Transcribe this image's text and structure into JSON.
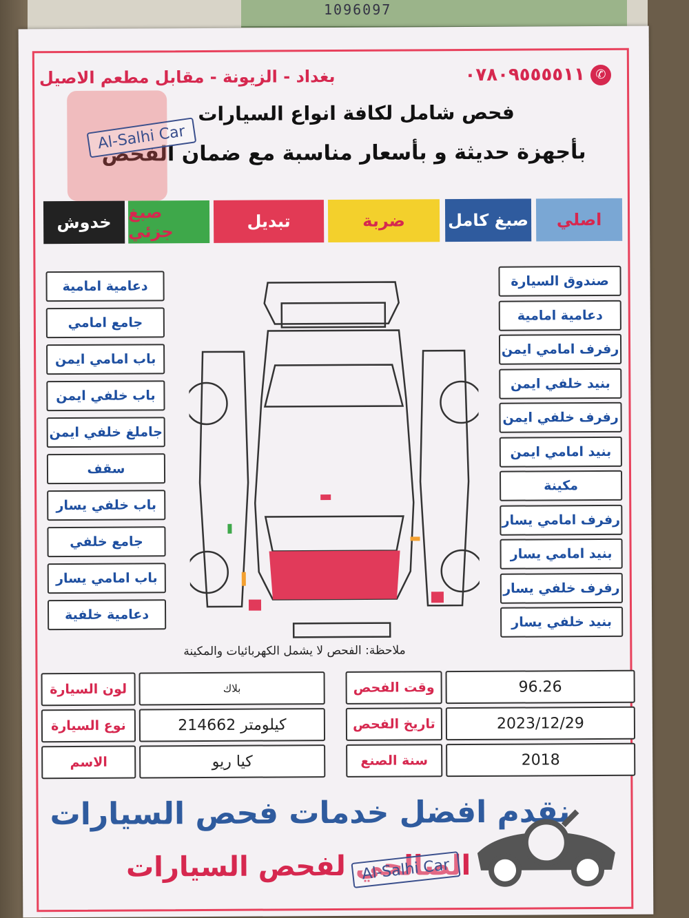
{
  "top_slip": {
    "number": "1096097"
  },
  "header": {
    "phone": "٠٧٨٠٩٥٥٥٥١١",
    "address": "بغداد - الزيونة - مقابل مطعم الاصيل",
    "line2": "فحص شامل لكافة انواع السيارات",
    "line3": "بأجهزة حديثة و بأسعار مناسبة مع ضمان الفحص"
  },
  "stamp_top": "Al-Salhi Car",
  "stamp_bottom": "Al-Salhi Car",
  "legend": [
    {
      "label": "اصلي",
      "bg": "#7aa7d4",
      "fg": "#d6284f"
    },
    {
      "label": "صبغ كامل",
      "bg": "#2f5b9e",
      "fg": "#ffffff"
    },
    {
      "label": "ضربة",
      "bg": "#f3d02c",
      "fg": "#d6284f"
    },
    {
      "label": "تبديل",
      "bg": "#e23a55",
      "fg": "#ffffff"
    },
    {
      "label": "صبغ جزئي",
      "bg": "#3ea84a",
      "fg": "#d6284f"
    },
    {
      "label": "خدوش",
      "bg": "#222222",
      "fg": "#ffffff"
    }
  ],
  "left_labels": [
    "دعامية امامية",
    "جامع امامي",
    "باب امامي ايمن",
    "باب خلفي ايمن",
    "جاملغ خلفي ايمن",
    "سقف",
    "باب خلفي يسار",
    "جامع خلفي",
    "باب امامي يسار",
    "دعامية خلفية"
  ],
  "right_labels": [
    "صندوق السيارة",
    "دعامية امامية",
    "رفرف امامي ايمن",
    "بنيد خلفي ايمن",
    "رفرف خلفي ايمن",
    "بنيد امامي ايمن",
    "مكينة",
    "رفرف امامي يسار",
    "بنيد امامي يسار",
    "رفرف خلفي يسار",
    "بنيد خلفي يسار"
  ],
  "note": "ملاحظة: الفحص لا يشمل الكهربائيات والمكينة",
  "form": {
    "row1_right_value": "2018",
    "row1_right_label": "سنة الصنع",
    "row1_left_value": "كيا ريو",
    "row1_left_label": "الاسم",
    "row2_right_value": "2023/12/29",
    "row2_right_label": "تاريخ الفحص",
    "row2_left_value": "214662 كيلومتر",
    "row2_left_label": "نوع السيارة",
    "row3_right_value": "96.26",
    "row3_right_label": "وقت الفحص",
    "row3_left_value": "بلاك",
    "row3_left_label": "لون السيارة"
  },
  "footer": {
    "blue_text": "نقدم افضل خدمات فحص السيارات",
    "red_text": "الصالحي لفحص السيارات"
  }
}
